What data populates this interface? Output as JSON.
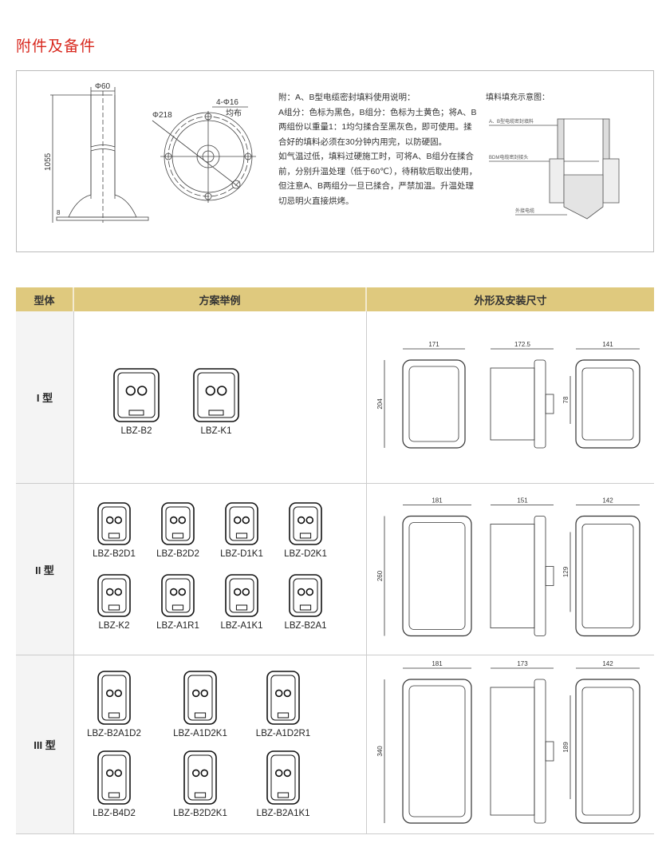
{
  "title": "附件及备件",
  "accessory": {
    "dims": {
      "pipe_dia": "Φ60",
      "height": "1055",
      "base_thk": "8",
      "flange_dia": "Φ218",
      "holes": "4-Φ16",
      "holes_note": "均布"
    },
    "note_lines": [
      "附：A、B型电缆密封填料使用说明：",
      "A组分：色标为黑色，B组分：色标为土黄色；将A、B两组份以重量1：1均匀揉合至黑灰色，即可使用。揉合好的填料必须在30分钟内用完，以防硬固。",
      "如气温过低，填料过硬施工时，可将A、B组分在揉合前，分别升温处理（低于60℃），待稍软后取出使用，但注意A、B两组分一旦已揉合，严禁加温。升温处理切忌明火直接烘烤。"
    ],
    "fill_diagram": {
      "title": "填料填充示意图：",
      "label_a": "A、B型电缆密封填料",
      "label_b": "BDM电缆密封接头",
      "label_c": "外接电缆"
    }
  },
  "table": {
    "headers": [
      "型体",
      "方案举例",
      "外形及安装尺寸"
    ],
    "rows": [
      {
        "type": "I 型",
        "models": [
          "LBZ-B2",
          "LBZ-K1"
        ],
        "dims": {
          "front_w": "171",
          "side_w": "172.5",
          "back_w": "141",
          "height": "204",
          "mount": "78"
        }
      },
      {
        "type": "II 型",
        "models": [
          "LBZ-B2D1",
          "LBZ-B2D2",
          "LBZ-D1K1",
          "LBZ-D2K1",
          "LBZ-K2",
          "LBZ-A1R1",
          "LBZ-A1K1",
          "LBZ-B2A1"
        ],
        "dims": {
          "front_w": "181",
          "side_w": "151",
          "back_w": "142",
          "height": "260",
          "mount": "129"
        }
      },
      {
        "type": "III 型",
        "models": [
          "LBZ-B2A1D2",
          "LBZ-A1D2K1",
          "LBZ-A1D2R1",
          "LBZ-B4D2",
          "LBZ-B2D2K1",
          "LBZ-B2A1K1"
        ],
        "dims": {
          "front_w": "181",
          "side_w": "173",
          "back_w": "142",
          "height": "340",
          "mount": "189"
        }
      }
    ]
  },
  "colors": {
    "title": "#d8281e",
    "header": "#dfc97e"
  }
}
